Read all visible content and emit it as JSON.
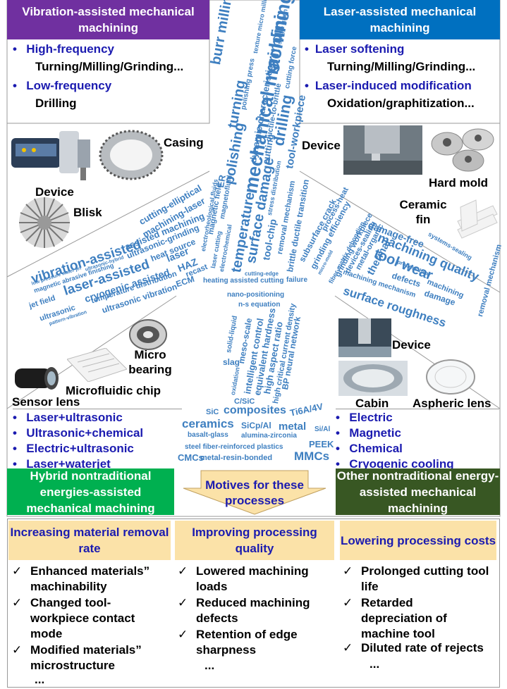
{
  "colors": {
    "vibration": "#7030a0",
    "laser": "#0070c0",
    "hybrid": "#00b050",
    "other": "#385723",
    "accent": "#1b1bb0",
    "word": "#3e7fc0",
    "motive": "#fbe2a8"
  },
  "top_left": {
    "header": "Vibration-assisted mechanical machining",
    "items": [
      {
        "title": "High-frequency",
        "detail": "Turning/Milling/Grinding..."
      },
      {
        "title": "Low-frequency",
        "detail": "Drilling"
      }
    ],
    "labels": {
      "casing": "Casing",
      "device": "Device",
      "blisk": "Blisk"
    }
  },
  "top_right": {
    "header": "Laser-assisted mechanical machining",
    "items": [
      {
        "title": "Laser softening",
        "detail": "Turning/Milling/Grinding..."
      },
      {
        "title": "Laser-induced modification",
        "detail": "Oxidation/graphitization..."
      }
    ],
    "labels": {
      "device": "Device",
      "hard_mold": "Hard mold",
      "ceramic_fin": "Ceramic fin"
    }
  },
  "bottom_left": {
    "labels": {
      "micro_bearing": "Micro bearing",
      "microfluidic_chip": "Microfluidic chip",
      "sensor_lens": "Sensor lens"
    },
    "items": [
      "Laser+ultrasonic",
      "Ultrasonic+chemical",
      "Electric+ultrasonic",
      "Laser+waterjet"
    ],
    "header": "Hybrid nontraditional energies-assisted mechanical machining"
  },
  "bottom_right": {
    "labels": {
      "device": "Device",
      "cabin": "Cabin",
      "aspheric_lens": "Aspheric lens"
    },
    "items": [
      "Electric",
      "Magnetic",
      "Chemical",
      "Cryogenic cooling"
    ],
    "header": "Other nontraditional energy-assisted mechanical machining"
  },
  "motives": {
    "arrow_label": "Motives for these processes",
    "columns": [
      {
        "heading": "Increasing material removal rate",
        "items": [
          "Enhanced materials” machinability",
          "Changed tool-workpiece contact mode",
          "Modified materials” microstructure"
        ],
        "more": "..."
      },
      {
        "heading": "Improving processing quality",
        "items": [
          "Lowered machining loads",
          "Reduced machining defects",
          "Retention of edge sharpness"
        ],
        "more": "..."
      },
      {
        "heading": "Lowering processing costs",
        "items": [
          "Prolonged cutting tool life",
          "Retarded depreciation of machine tool",
          "Diluted rate of rejects"
        ],
        "more": "..."
      }
    ]
  },
  "wordcloud": {
    "top": [
      "burr milling",
      "turning",
      "polishing",
      "mechanical machining",
      "grinding",
      "drilling",
      "tool-workpiece",
      "dynamic characteristics",
      "polishing press",
      "texture micro milling",
      "cutting force",
      "ductile-to-brittle",
      "cutting",
      "single grain",
      "stress distribution",
      "removal mechanism",
      "surface damage",
      "tool-chip",
      "brittle ductile transition",
      "temperature",
      "magnetofluid",
      "ER",
      "magnetic field"
    ],
    "left": [
      "vibration-assisted",
      "laser-assisted",
      "cryogenic assisted",
      "ultrasonic vibration",
      "cutting-elliptical",
      "machining-laser",
      "ultrasonic-grinding",
      "heat source",
      "laser",
      "HAZ",
      "recast",
      "ECM",
      "temperature distribution",
      "magnetic abrasive finishing",
      "low pressure water jet",
      "ultrasonic-hybrid",
      "jet field",
      "ultrasonic",
      "pattern-vibration",
      "assisted machining",
      "electrorheological fluids",
      "laser cutting",
      "electrochemical",
      "heating assisted cutting"
    ],
    "right": [
      "damage-free",
      "machining quality",
      "tool wear",
      "surface roughness",
      "subsurface crack",
      "grinding efficiency",
      "process-heat",
      "fiber-matrix debonding",
      "grinding workpiece",
      "devices-sealing",
      "metal-organic",
      "thermal",
      "machining mechanism",
      "defects",
      "damage",
      "systems-sealing",
      "removal mechanism",
      "process-heat",
      "machining",
      "micro-mold",
      "failure",
      "cutting-edge"
    ],
    "bottom": [
      "nano-positioning",
      "n-s equation",
      "solid-liquid",
      "meso-scale",
      "intelligent control",
      "equivalent hardness",
      "high aspect ratio",
      "high critical current density",
      "BP neural network",
      "oxidation",
      "slag",
      "C/SiC",
      "SiC",
      "composites",
      "Ti6A/4V",
      "ceramics",
      "SiCp/Al",
      "metal",
      "Si/Al",
      "basalt-glass",
      "alumina-zirconia",
      "PEEK",
      "steel fiber-reinforced plastics",
      "CMCs",
      "metal-resin-bonded",
      "MMCs"
    ]
  }
}
